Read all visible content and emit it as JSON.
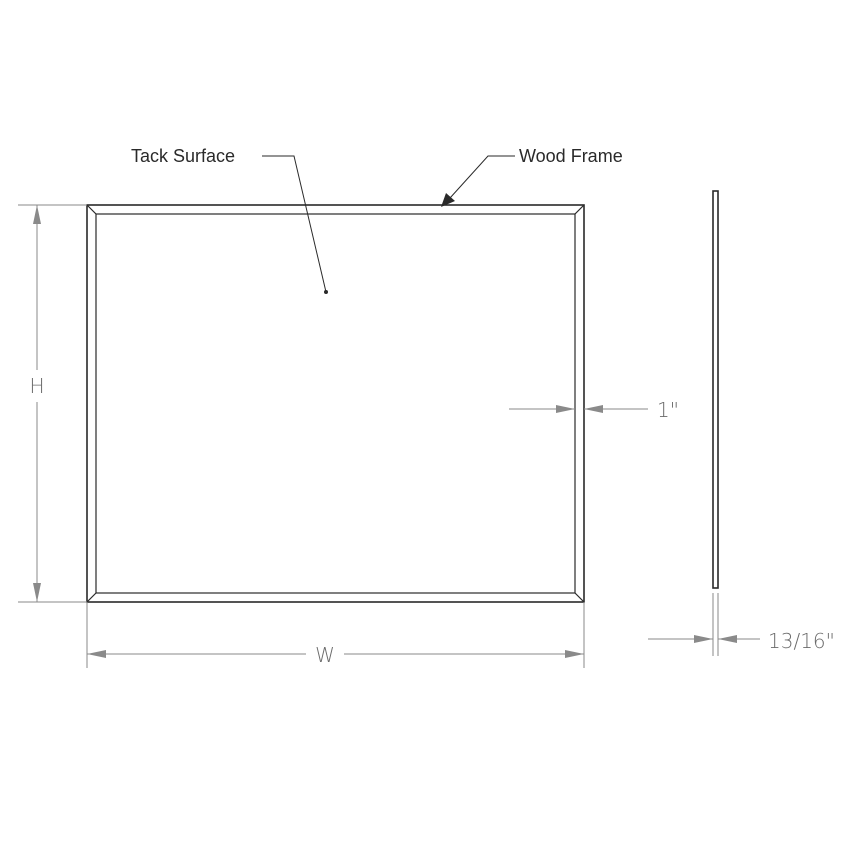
{
  "labels": {
    "tack_surface": "Tack Surface",
    "wood_frame": "Wood Frame",
    "height": "H",
    "width": "W",
    "frame_width": "1\"",
    "depth": "13/16\""
  },
  "colors": {
    "line": "#2a2a2a",
    "dimension": "#8a8a8a",
    "dimension_text": "#6b6b6b",
    "background": "#ffffff"
  }
}
